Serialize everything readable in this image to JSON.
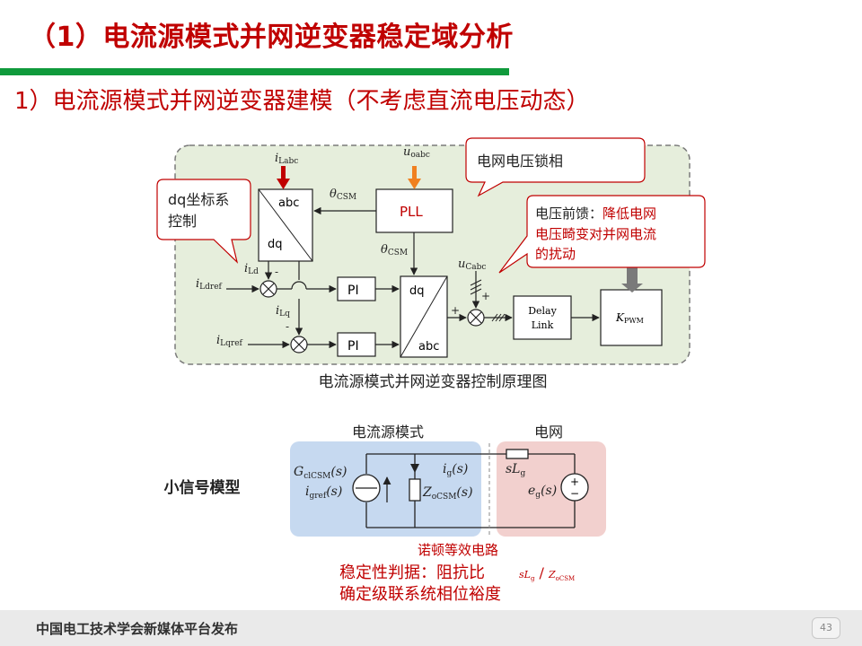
{
  "slide": {
    "title": "（1）电流源模式并网逆变器稳定域分析",
    "subtitle": "1）电流源模式并网逆变器建模（不考虑直流电压动态）",
    "footer": "中国电工技术学会新媒体平台发布",
    "page_number": "43",
    "colors": {
      "accent_red": "#C00000",
      "accent_green": "#109A3C",
      "arrow_orange": "#F08020"
    }
  },
  "control_diagram": {
    "caption": "电流源模式并网逆变器控制原理图",
    "callout_pll": "电网电压锁相",
    "callout_dq": [
      "dq坐标系",
      "控制"
    ],
    "callout_ff_label": "电压前馈：",
    "callout_ff_rest": "降低电网",
    "callout_ff_line2": "电压畸变对并网电流",
    "callout_ff_line3": "的扰动",
    "i_labc": {
      "main": "i",
      "sub": "Labc"
    },
    "u_oabc": {
      "main": "u",
      "sub": "oabc"
    },
    "theta_top": {
      "main": "θ",
      "sub": "CSM"
    },
    "theta_mid": {
      "main": "θ",
      "sub": "CSM"
    },
    "u_cabc": {
      "main": "u",
      "sub": "Cabc"
    },
    "i_ld": {
      "main": "i",
      "sub": "Ld"
    },
    "i_lq": {
      "main": "i",
      "sub": "Lq"
    },
    "i_ldref": {
      "main": "i",
      "sub": "Ldref"
    },
    "i_lqref": {
      "main": "i",
      "sub": "Lqref"
    },
    "abc_dq_top": "abc",
    "abc_dq_bottom": "dq",
    "pll": "PLL",
    "pi_top": "PI",
    "pi_bottom": "PI",
    "dq_abc_top": "dq",
    "dq_abc_bottom": "abc",
    "delay_line1": "Delay",
    "delay_line2": "Link",
    "kpwm": {
      "main": "K",
      "sub": "PWM"
    },
    "sign_minus": "-",
    "sign_plus": "+"
  },
  "small_signal": {
    "label": "小信号模型",
    "current_mode": "电流源模式",
    "grid": "电网",
    "g_cl_main": "G",
    "g_cl_sub": "clCSM",
    "g_cl_arg": "(s)",
    "i_gref_main": "i",
    "i_gref_sub": "gref",
    "i_gref_arg": "(s)",
    "z_main": "Z",
    "z_sub": "oCSM",
    "z_arg": "(s)",
    "ig_main": "i",
    "ig_sub": "g",
    "ig_arg": "(s)",
    "sl_main": "sL",
    "sl_sub": "g",
    "eg_main": "e",
    "eg_sub": "g",
    "eg_arg": "(s)",
    "norton": "诺顿等效电路",
    "criterion_label": "稳定性判据：阻抗比",
    "ratio_num": "sL",
    "ratio_num_sub": "g",
    "ratio_den": "Z",
    "ratio_den_sub": "oCSM",
    "margin": "确定级联系统相位裕度",
    "colors": {
      "csm_box": "#C6D9F0",
      "grid_box": "#F2D0CE"
    }
  }
}
